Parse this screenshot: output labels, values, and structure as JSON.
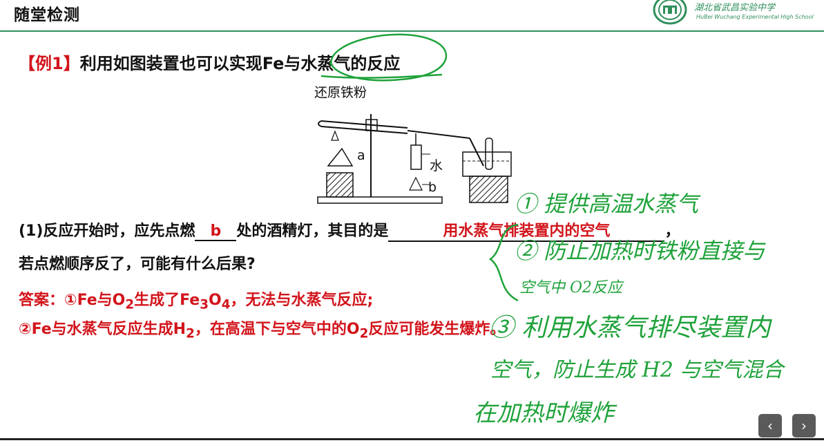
{
  "header": {
    "title": "随堂检测",
    "school_en": "HuBei Wuchang Experimental High School",
    "school_cn": "湖北省武昌实验中学"
  },
  "question": {
    "tag": "【例1】",
    "stem": "利用如图装置也可以实现Fe与水蒸气的反应",
    "apparatus": {
      "label_top": "还原铁粉",
      "label_a": "a",
      "label_water": "水",
      "label_b": "b"
    },
    "part1_prefix": "(1)反应开始时，应先点燃",
    "part1_blank_answer": "b",
    "part1_middle": "处的酒精灯，其目的是",
    "part1_blank2_answer": "用水蒸气排装置内的空气",
    "part1_end": "，",
    "part1_line2": "若点燃顺序反了，可能有什么后果?"
  },
  "answer": {
    "line1_prefix": "答案：①Fe与O",
    "line1_sub1": "2",
    "line1_mid": "生成了Fe",
    "line1_sub2": "3",
    "line1_mid2": "O",
    "line1_sub3": "4",
    "line1_end": "，无法与水蒸气反应;",
    "line2_prefix": "②Fe与水蒸气反应生成H",
    "line2_sub1": "2",
    "line2_mid": "，在高温下与空气中的O",
    "line2_sub2": "2",
    "line2_end": "反应可能发生爆炸。"
  },
  "handwriting": {
    "h1": "① 提供高温水蒸气",
    "h2": "② 防止加热时铁粉直接与",
    "h3": "空气中 O2反应",
    "h4": "③ 利用水蒸气排尽装置内",
    "h5": "空气，防止生成 H2 与空气混合",
    "h6": "在加热时爆炸"
  },
  "nav": {
    "prev": "‹",
    "next": "›"
  },
  "colors": {
    "accent_green": "#2f8f5b",
    "answer_red": "#d2141b",
    "handwriting_green": "#1fa23a"
  }
}
